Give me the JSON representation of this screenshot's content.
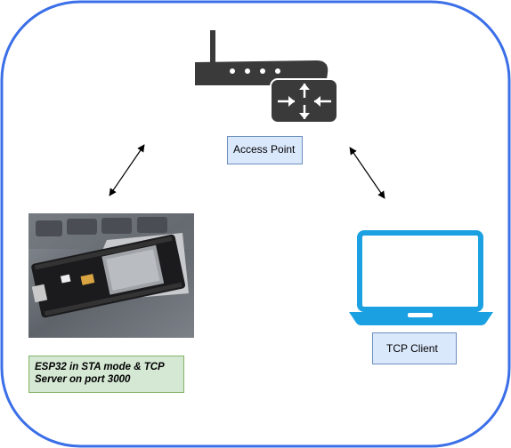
{
  "labels": {
    "access_point": "Access Point",
    "tcp_client": "TCP Client",
    "esp32": "ESP32 in STA mode & TCP Server on port 3000"
  },
  "colors": {
    "frame": "#3b6fe8",
    "router": "#3a3a3a",
    "laptop": "#1ba1e2",
    "label_blue_fill": "#dae8fc",
    "label_green_fill": "#d5e8d4"
  },
  "icons": [
    "router-icon",
    "laptop-icon",
    "esp32-board-image"
  ]
}
